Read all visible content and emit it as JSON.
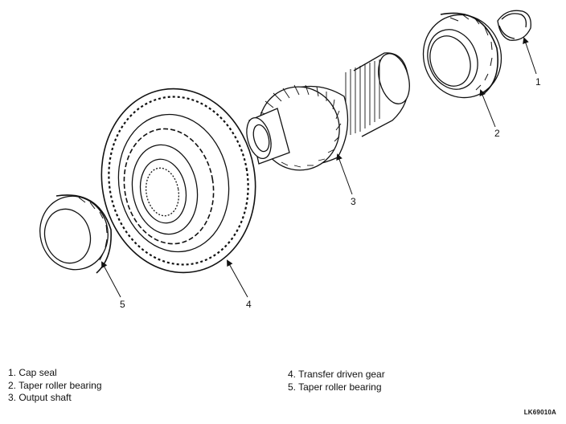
{
  "callouts": [
    "1",
    "2",
    "3",
    "4",
    "5"
  ],
  "legend": {
    "left": [
      "1.  Cap seal",
      "2.  Taper roller bearing",
      "3.  Output shaft"
    ],
    "right": [
      "4.  Transfer driven gear",
      "5.  Taper roller bearing"
    ]
  },
  "drawing_code": "LK69010A"
}
